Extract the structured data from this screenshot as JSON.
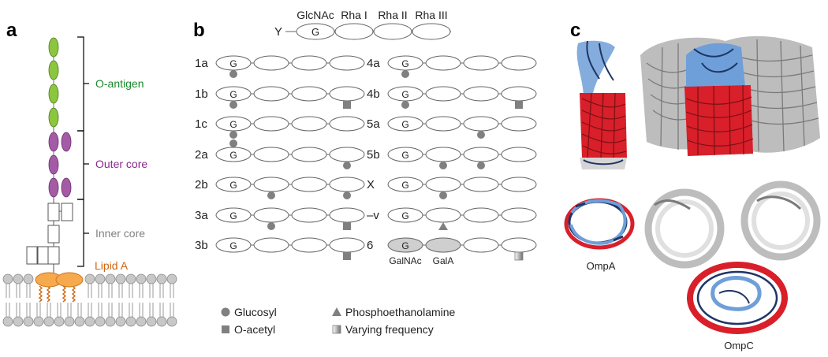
{
  "panel_a": {
    "label": "a",
    "regions": {
      "o_antigen": {
        "label": "O-antigen",
        "color": "#1a8a2a"
      },
      "outer_core": {
        "label": "Outer core",
        "color": "#8a2a8e"
      },
      "inner_core": {
        "label": "Inner core",
        "color": "#808080"
      },
      "lipid_a": {
        "label": "Lipid A",
        "color": "#d0650f"
      }
    },
    "colors": {
      "green_sugar": "#8cc63f",
      "purple_sugar": "#a45ba6",
      "lipid": "#f7a94d",
      "membrane_head": "#c8c8c8"
    }
  },
  "panel_b": {
    "label": "b",
    "header": {
      "row_label": "Y",
      "sugars": [
        "GlcNAc",
        "Rha I",
        "Rha II",
        "Rha III"
      ],
      "g": "G"
    },
    "rows_left": [
      {
        "label": "1a",
        "mods": [
          {
            "pos": 0,
            "type": "glucosyl"
          }
        ]
      },
      {
        "label": "1b",
        "mods": [
          {
            "pos": 0,
            "type": "glucosyl"
          },
          {
            "pos": 3,
            "type": "acetyl"
          }
        ]
      },
      {
        "label": "1c",
        "mods": [
          {
            "pos": 0,
            "type": "glucosyl2"
          }
        ]
      },
      {
        "label": "2a",
        "mods": [
          {
            "pos": 3,
            "type": "glucosyl"
          }
        ]
      },
      {
        "label": "2b",
        "mods": [
          {
            "pos": 1,
            "type": "glucosyl"
          },
          {
            "pos": 3,
            "type": "glucosyl"
          }
        ]
      },
      {
        "label": "3a",
        "mods": [
          {
            "pos": 1,
            "type": "glucosyl"
          },
          {
            "pos": 3,
            "type": "acetyl"
          }
        ]
      },
      {
        "label": "3b",
        "mods": [
          {
            "pos": 3,
            "type": "acetyl"
          }
        ]
      }
    ],
    "rows_right": [
      {
        "label": "4a",
        "mods": [
          {
            "pos": 0,
            "type": "glucosyl"
          }
        ]
      },
      {
        "label": "4b",
        "mods": [
          {
            "pos": 0,
            "type": "glucosyl"
          },
          {
            "pos": 3,
            "type": "acetyl"
          }
        ]
      },
      {
        "label": "5a",
        "mods": [
          {
            "pos": 2,
            "type": "glucosyl"
          }
        ]
      },
      {
        "label": "5b",
        "mods": [
          {
            "pos": 1,
            "type": "glucosyl"
          },
          {
            "pos": 2,
            "type": "glucosyl"
          }
        ]
      },
      {
        "label": "X",
        "mods": [
          {
            "pos": 1,
            "type": "glucosyl"
          }
        ]
      },
      {
        "label": "–v",
        "mods": [
          {
            "pos": 1,
            "type": "phospho"
          }
        ]
      },
      {
        "label": "6",
        "mods": [
          {
            "pos": 3,
            "type": "varying"
          }
        ],
        "special": true,
        "sub_labels": [
          "GalNAc",
          "GalA"
        ]
      }
    ],
    "legend": [
      {
        "type": "glucosyl",
        "label": "Glucosyl"
      },
      {
        "type": "phospho",
        "label": "Phosphoethanolamine"
      },
      {
        "type": "acetyl",
        "label": "O-acetyl"
      },
      {
        "type": "varying",
        "label": "Varying frequency"
      }
    ]
  },
  "panel_c": {
    "label": "c",
    "captions": {
      "ompa": "OmpA",
      "ompc": "OmpC"
    },
    "colors": {
      "red": "#d81f2a",
      "blue": "#6f9fd8",
      "navy": "#1f3566",
      "gray": "#bdbdbd",
      "dark_gray": "#7a7a7a"
    }
  }
}
